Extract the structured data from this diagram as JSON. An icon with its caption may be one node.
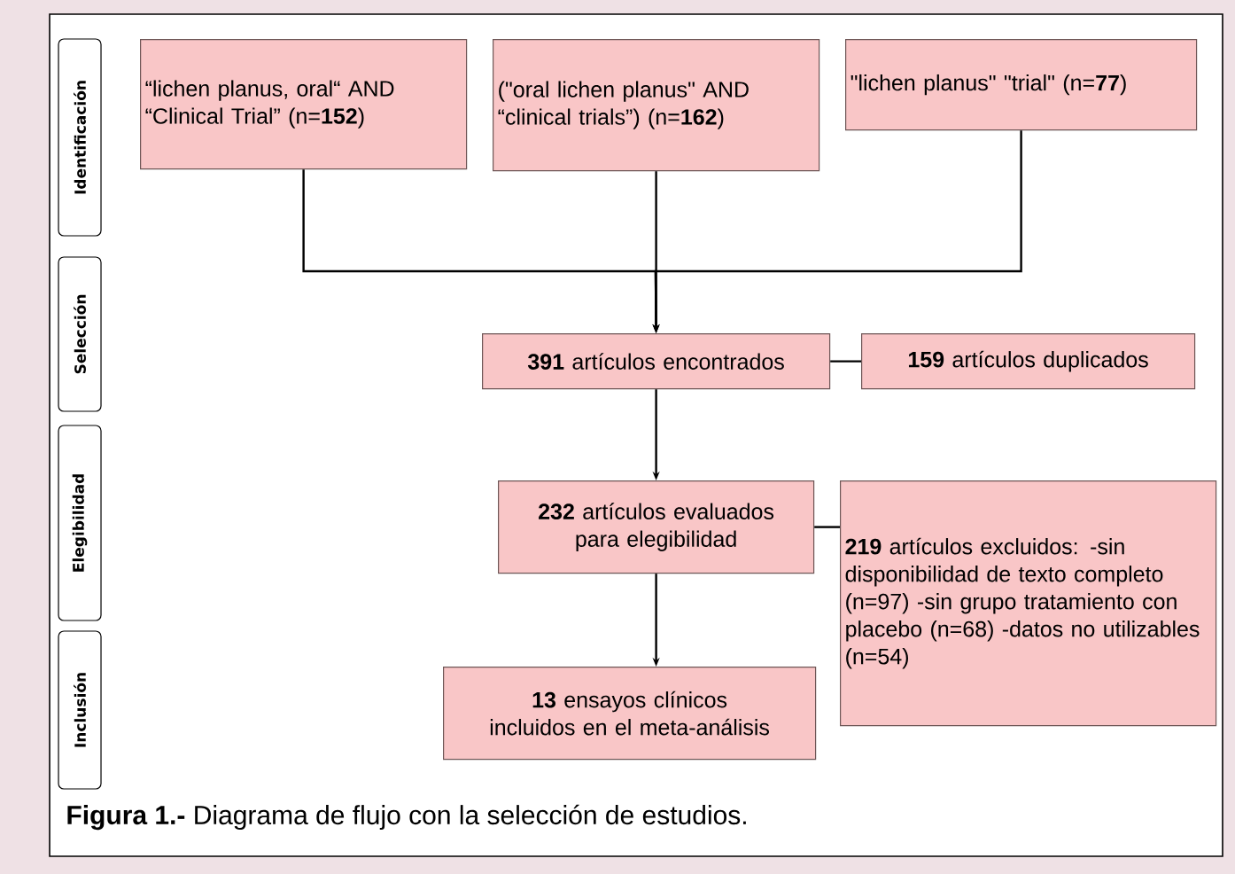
{
  "diagram": {
    "caption": "**Figura 1.-** Diagrama de flujo con la selección de estudios.",
    "nodes": [
      {
        "text": [
          "“lichen planus, oral“ AND “Clinical Trial” (n=**152**)"
        ]
      },
      {
        "text": [
          "(\"oral lichen planus\" AND “clinical trials”) (n=**162**)"
        ]
      },
      {
        "text": [
          "\"lichen planus\" \"trial\" (n=**77**)"
        ]
      },
      {
        "text": [
          "**391** artículos encontrados"
        ]
      },
      {
        "text": [
          "**159** artículos duplicados"
        ]
      },
      {
        "text": [
          "**232** artículos evaluados para elegibilidad"
        ]
      },
      {
        "text": [
          "**219** artículos excluidos: -sin disponibilidad de texto completo (n=97) -sin grupo tratamiento con placebo (n=68) -datos no utilizables (n=54)"
        ]
      },
      {
        "text": [
          "**13** ensayos clínicos incluidos en el meta-análisis"
        ]
      },
      {
        "text": [
          "Identificación"
        ]
      },
      {
        "text": [
          "Selección"
        ]
      },
      {
        "text": [
          "Elegibilidad"
        ]
      },
      {
        "text": [
          "Inclusión"
        ]
      }
    ],
    "edges": [
      {
        "from": 0,
        "to": 3,
        "arrow": "to"
      },
      {
        "from": 1,
        "to": 3,
        "arrow": "to"
      },
      {
        "from": 2,
        "to": 3,
        "arrow": "to"
      },
      {
        "from": 3,
        "to": 4,
        "arrow": "none"
      },
      {
        "from": 3,
        "to": 5,
        "arrow": "to"
      },
      {
        "from": 5,
        "to": 6,
        "arrow": "none"
      },
      {
        "from": 5,
        "to": 7,
        "arrow": "to"
      }
    ]
  }
}
